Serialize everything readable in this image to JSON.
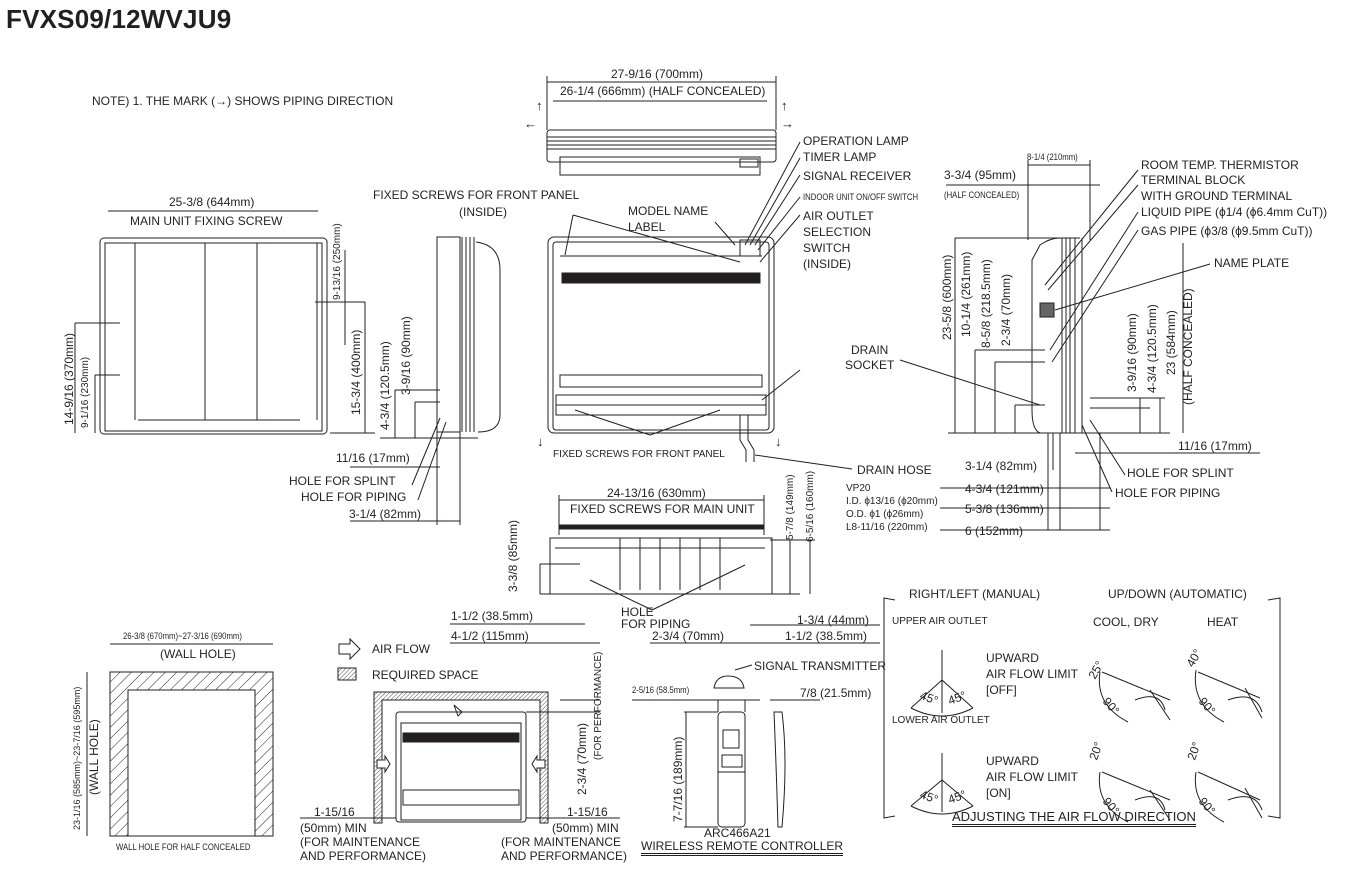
{
  "title": "FVXS09/12WVJU9",
  "note": "NOTE) 1. THE MARK (→) SHOWS PIPING DIRECTION",
  "top_view": {
    "width_total": "27-9/16 (700mm)",
    "width_half_concealed": "26-1/4 (666mm) (HALF CONCEALED)"
  },
  "front_callouts": {
    "operation_lamp": "OPERATION LAMP",
    "timer_lamp": "TIMER LAMP",
    "signal_receiver": "SIGNAL RECEIVER",
    "onoff_switch": "INDOOR UNIT ON/OFF SWITCH",
    "air_outlet_1": "AIR OUTLET",
    "air_outlet_2": "SELECTION",
    "air_outlet_3": "SWITCH",
    "air_outlet_4": "(INSIDE)",
    "model_name_1": "MODEL NAME",
    "model_name_2": "LABEL",
    "fixed_screws_front_1": "FIXED SCREWS FOR FRONT PANEL",
    "fixed_screws_front_2": "(INSIDE)",
    "fixed_screws_front_bottom": "FIXED SCREWS FOR FRONT PANEL",
    "drain_socket_1": "DRAIN",
    "drain_socket_2": "SOCKET"
  },
  "back_view": {
    "width": "25-3/8 (644mm)",
    "fixing_screw": "MAIN UNIT FIXING SCREW",
    "dim_250": "9-13/16 (250mm)",
    "dim_400": "15-3/4  (400mm)",
    "dim_370": "14-9/16 (370mm)",
    "dim_230": "9-1/16 (230mm)"
  },
  "left_side": {
    "dim_120": "4-3/4 (120.5mm)",
    "dim_90": "3-9/16 (90mm)",
    "dim_17": "11/16 (17mm)",
    "hole_splint": "HOLE FOR SPLINT",
    "hole_piping": "HOLE FOR PIPING",
    "dim_82": "3-1/4 (82mm)"
  },
  "right_side": {
    "depth": "8-1/4 (210mm)",
    "dim_95": "3-3/4 (95mm)",
    "half_concealed": "(HALF CONCEALED)",
    "thermistor": "ROOM TEMP. THERMISTOR",
    "terminal_block": "TERMINAL BLOCK",
    "ground_terminal": "WITH GROUND TERMINAL",
    "liquid_pipe": "LIQUID PIPE (ϕ1/4 (ϕ6.4mm CuT))",
    "gas_pipe": "GAS PIPE (ϕ3/8 (ϕ9.5mm CuT))",
    "name_plate": "NAME PLATE",
    "dim_600": "23-5/8 (600mm)",
    "dim_261": "10-1/4 (261mm)",
    "dim_218": "8-5/8 (218.5mm)",
    "dim_70": "2-3/4 (70mm)",
    "dim_90": "3-9/16 (90mm)",
    "dim_120": "4-3/4 (120.5mm)",
    "dim_584": "23 (584mm)",
    "dim_584_note": "(HALF CONCEALED)",
    "dim_17": "11/16 (17mm)",
    "hole_splint": "HOLE FOR SPLINT",
    "hole_piping": "HOLE FOR PIPING",
    "dim_82": "3-1/4 (82mm)",
    "dim_121": "4-3/4 (121mm)",
    "dim_136": "5-3/8 (136mm)",
    "dim_152": "6 (152mm)"
  },
  "drain_hose": {
    "label": "DRAIN HOSE",
    "spec": [
      "VP20",
      "I.D. ϕ13/16 (ϕ20mm)",
      "O.D. ϕ1 (ϕ26mm)",
      "L8-11/16 (220mm)"
    ]
  },
  "bottom_view": {
    "width": "24-13/16 (630mm)",
    "fixed_screws": "FIXED SCREWS FOR MAIN UNIT",
    "dim_85": "3-3/8 (85mm)",
    "dim_149": "5-7/8 (149mm)",
    "dim_160": "6-5/16 (160mm)",
    "hole_piping_1": "HOLE",
    "hole_piping_2": "FOR PIPING",
    "dim_38_left": "1-1/2 (38.5mm)",
    "dim_115": "4-1/2 (115mm)",
    "dim_70": "2-3/4 (70mm)",
    "dim_44": "1-3/4 (44mm)",
    "dim_38_right": "1-1/2 (38.5mm)"
  },
  "wall_hole": {
    "width": "26-3/8 (670mm)~27-3/16 (690mm)",
    "width_label": "(WALL HOLE)",
    "height": "23-1/16 (585mm)~23-7/16 (595mm)",
    "height_label": "(WALL HOLE)",
    "caption": "WALL HOLE FOR HALF CONCEALED"
  },
  "legend": {
    "air_flow": "AIR FLOW",
    "required_space": "REQUIRED SPACE"
  },
  "space": {
    "top_dim": "2-3/4 (70mm)",
    "top_note": "(FOR PERFORMANCE)",
    "left_dim_1": "1-15/16",
    "left_dim_2": "(50mm) MIN",
    "left_note_1": "(FOR MAINTENANCE",
    "left_note_2": "AND PERFORMANCE)",
    "right_dim_1": "1-15/16",
    "right_dim_2": "(50mm) MIN",
    "right_note_1": "(FOR MAINTENANCE",
    "right_note_2": "AND PERFORMANCE)"
  },
  "remote": {
    "signal_transmitter": "SIGNAL TRANSMITTER",
    "width": "2-5/16 (58.5mm)",
    "thickness": "7/8 (21.5mm)",
    "height": "7-7/16 (189mm)",
    "model": "ARC466A21",
    "caption": "WIRELESS REMOTE CONTROLLER"
  },
  "airflow": {
    "right_left": "RIGHT/LEFT (MANUAL)",
    "up_down": "UP/DOWN (AUTOMATIC)",
    "upper_outlet": "UPPER AIR OUTLET",
    "lower_outlet": "LOWER AIR OUTLET",
    "cool_dry": "COOL, DRY",
    "heat": "HEAT",
    "limit_off": [
      "UPWARD",
      "AIR FLOW LIMIT",
      "[OFF]"
    ],
    "limit_on": [
      "UPWARD",
      "AIR FLOW LIMIT",
      "[ON]"
    ],
    "angle_45": "45°",
    "angle_90": "90°",
    "angle_25": "25°",
    "angle_40": "40°",
    "angle_20": "20°",
    "caption": "ADJUSTING THE AIR FLOW DIRECTION"
  }
}
